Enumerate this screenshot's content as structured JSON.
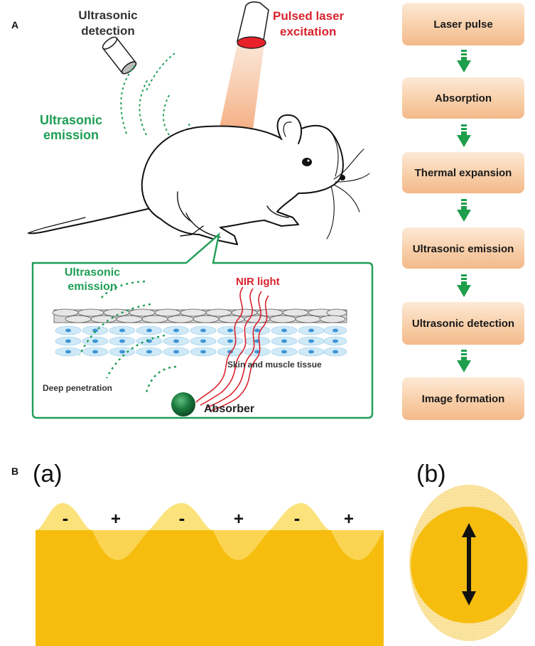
{
  "panel_a": {
    "label": "A",
    "ultrasonic_detection": [
      "Ultrasonic",
      "detection"
    ],
    "pulsed_laser": [
      "Pulsed laser",
      "excitation"
    ],
    "ultrasonic_emission_top": [
      "Ultrasonic",
      "emission"
    ],
    "inset": {
      "ultrasonic_emission": [
        "Ultrasonic",
        "emission"
      ],
      "nir_light": "NIR light",
      "tissue": "Skin and muscle tissue",
      "deep_penetration": "Deep penetration",
      "absorber": "Absorber"
    },
    "flow_steps": [
      "Laser pulse",
      "Absorption",
      "Thermal expansion",
      "Ultrasonic emission",
      "Ultrasonic detection",
      "Image formation"
    ]
  },
  "panel_b": {
    "label": "B",
    "sub_a": "(a)",
    "sub_b": "(b)",
    "signs": [
      "-",
      "+",
      "-",
      "+",
      "-",
      "+"
    ]
  },
  "colors": {
    "green": "#1e9e55",
    "red": "#d9232d",
    "gold": "#f6bd0f",
    "gold_light": "#fbe27a",
    "step_fill": "#f6c7a0",
    "arrow_green": "#1f9e4b"
  }
}
